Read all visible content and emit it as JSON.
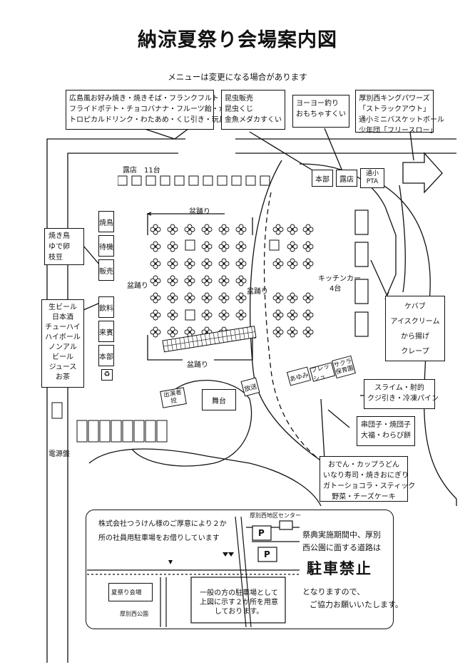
{
  "title": "納涼夏祭り会場案内図",
  "subtitle": "メニューは変更になる場合があります",
  "boxes": {
    "hiroshima": [
      "広島風お好み焼き・焼きそば・フランクフルト",
      "フライドポテト・チョコバナナ・フルーツ飴・かき氷",
      "トロピカルドリンク・わたあめ・くじ引き・玩具販売"
    ],
    "konchu": [
      "昆虫販売",
      "昆虫くじ",
      "金魚メダカすくい"
    ],
    "yoyo": [
      "ヨーヨー釣り",
      "おもちゃすくい"
    ],
    "king": [
      "厚別西キングパワーズ",
      "「ストラックアウト」",
      "通小ミニバスケットボール",
      "少年団「フリースロー」"
    ],
    "yakitori": [
      "焼き鳥",
      "ゆで卵",
      "枝豆"
    ],
    "drinks": [
      "生ビール",
      "日本酒",
      "チューハイ",
      "ハイボール",
      "ノンアル",
      "ビール",
      "ジュース",
      "お茶"
    ],
    "kitchen_menu": [
      "ケバブ",
      "アイスクリーム",
      "から揚げ",
      "クレープ"
    ],
    "slime": [
      "スライム・射的",
      "クジ引き・冷凍パイン"
    ],
    "kushi": [
      "串団子・焼団子",
      "大福・わらび餅"
    ],
    "oden": [
      "おでん・カップうどん",
      "いなり寿司・焼きおにぎり",
      "ガトーショコラ・スティック",
      "野菜・チーズケーキ"
    ]
  },
  "labels": {
    "roten": "露店　11台",
    "honbu": "本部",
    "roten2": "露店",
    "tsusho": "通小",
    "pta": "PTA",
    "yakitori": "焼鳥",
    "taiki": "待機",
    "hanbai": "販売",
    "inryo": "飲料",
    "raihin": "来賓",
    "honbu2": "本部",
    "bonodori": "盆踊り",
    "kitchen_car": "キッチンカー",
    "kitchen_count": "4台",
    "shutsuensha": "出演者",
    "hikae": "控",
    "butai": "舞台",
    "hoso": "放送",
    "ayumi": "あゆみ",
    "fresh": "フレッシュ",
    "sakura": "サクラ",
    "hoikuen": "保育園",
    "denden": "電源盤"
  },
  "parking": {
    "left_line1": "株式会社つうけん様のご厚意により２か",
    "left_line2": "所の社員用駐車場をお借りしています",
    "center_name": "厚別西地区センター",
    "p": "P",
    "venue": "夏祭り会場",
    "park": "厚別西公園",
    "note": [
      "一般の方の駐車場として",
      "上図に示す２か所を用意",
      "しております。"
    ],
    "right1": "祭典実施期間中、厚別",
    "right2": "西公園に面する道路は",
    "big": "駐車禁止",
    "right3": "となりますので、",
    "right4": "ご協力お願いいたします。"
  }
}
